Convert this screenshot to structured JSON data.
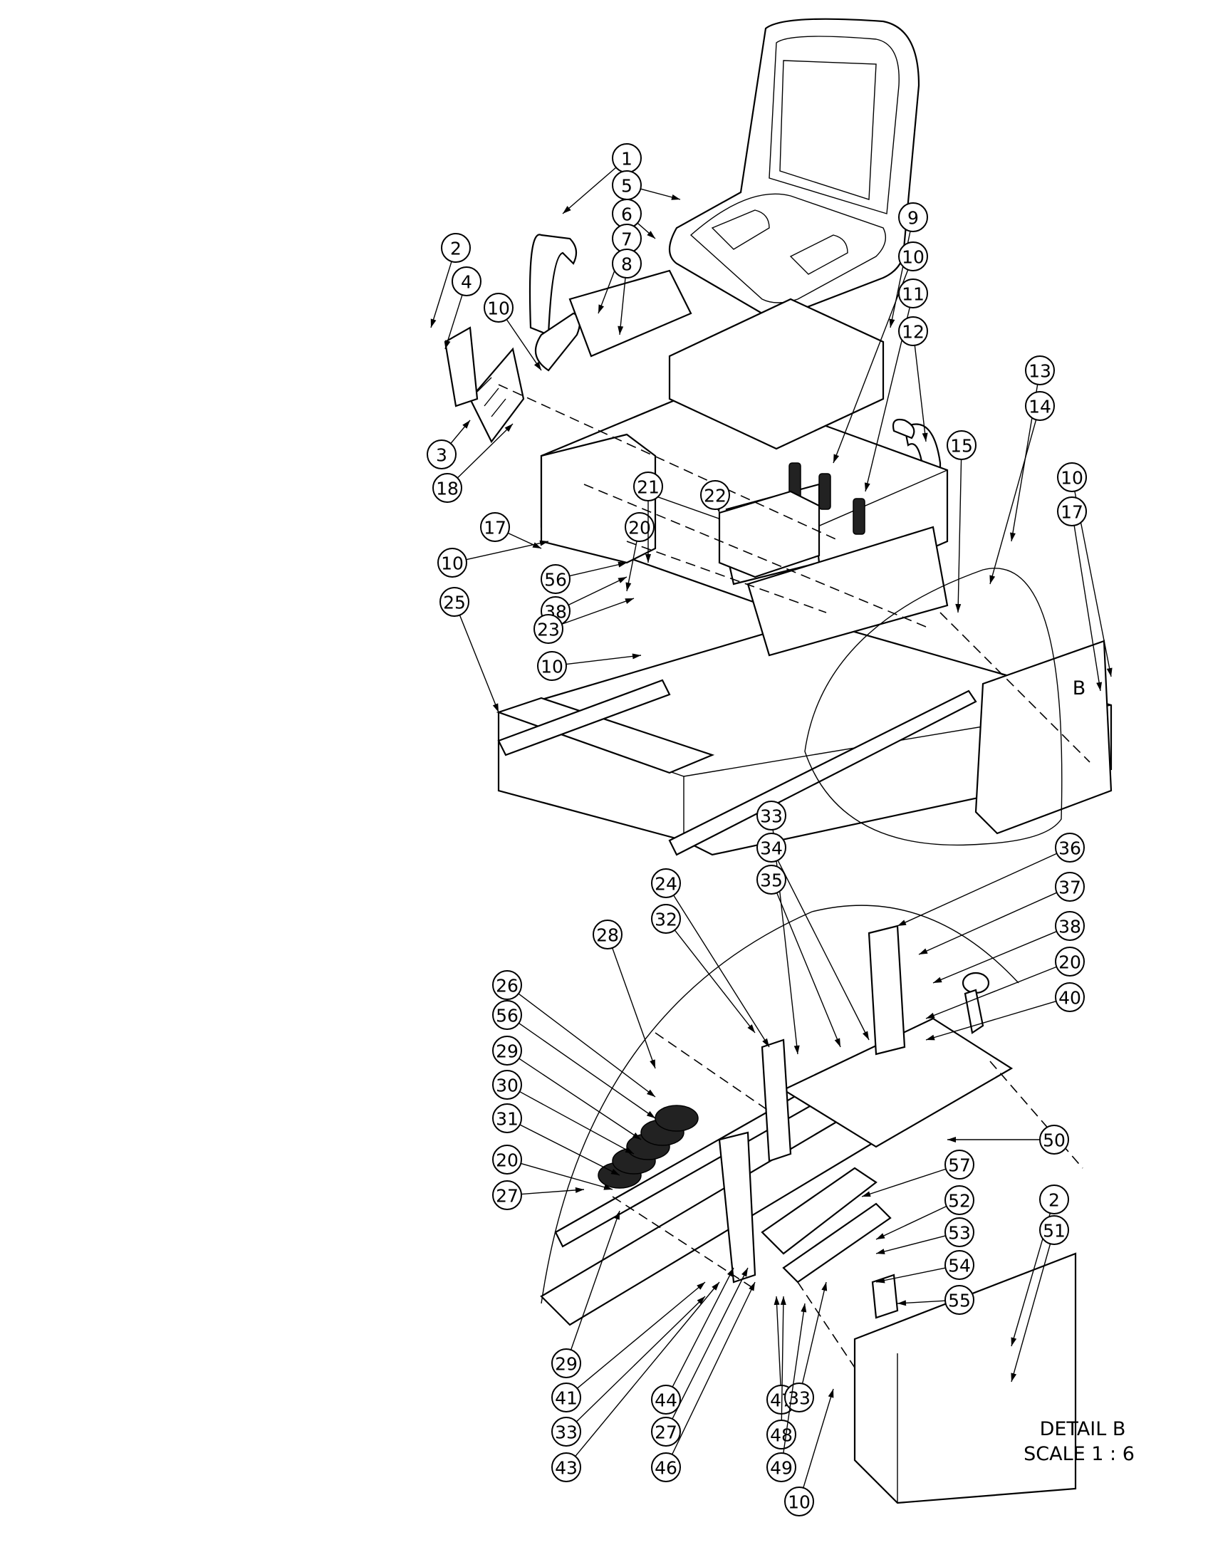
{
  "drawing": {
    "detail_title": "DETAIL B",
    "detail_scale": "SCALE 1 : 6",
    "detail_marker": "B"
  },
  "callouts_main": [
    "1",
    "5",
    "6",
    "7",
    "8",
    "2",
    "4",
    "10",
    "3",
    "18",
    "9",
    "10",
    "11",
    "12",
    "13",
    "14",
    "15",
    "10",
    "17",
    "17",
    "20",
    "21",
    "22",
    "10",
    "56",
    "38",
    "23",
    "25",
    "10"
  ],
  "callouts_detail": [
    "33",
    "34",
    "36",
    "35",
    "24",
    "37",
    "32",
    "28",
    "38",
    "20",
    "26",
    "40",
    "56",
    "29",
    "30",
    "31",
    "50",
    "20",
    "27",
    "57",
    "52",
    "2",
    "51",
    "53",
    "54",
    "55",
    "29",
    "41",
    "33",
    "43",
    "44",
    "27",
    "46",
    "47",
    "48",
    "33",
    "49",
    "10"
  ]
}
